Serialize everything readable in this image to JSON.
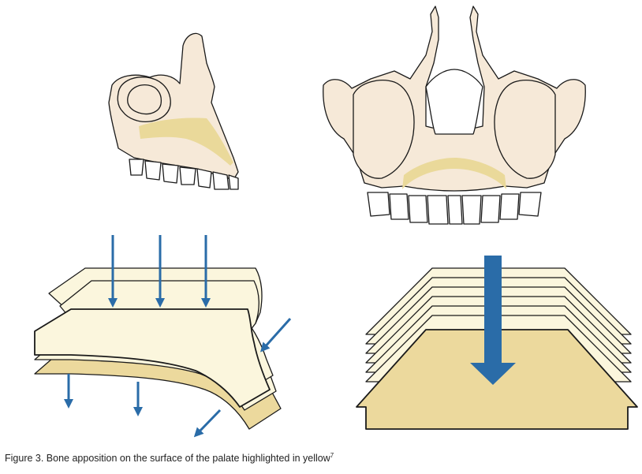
{
  "figure": {
    "caption_text": "Figure 3. Bone apposition on the surface of the palate highlighted in yellow",
    "caption_ref": "7"
  },
  "colors": {
    "bone": "#f6e9d8",
    "palate_highlight": "#ead99a",
    "layer_light": "#fbf6dd",
    "layer_dark": "#ecd99d",
    "arrow": "#2a6ca8",
    "outline": "#1a1a1a"
  },
  "panels": [
    {
      "name": "skull-lateral-view",
      "icon": "skull-side-icon"
    },
    {
      "name": "skull-frontal-view",
      "icon": "skull-front-icon"
    },
    {
      "name": "curved-palate-layers",
      "icon": "stacked-layers-icon",
      "arrow_count": 7
    },
    {
      "name": "flat-palate-layers",
      "icon": "stacked-layers-icon",
      "arrow_count": 1
    }
  ]
}
